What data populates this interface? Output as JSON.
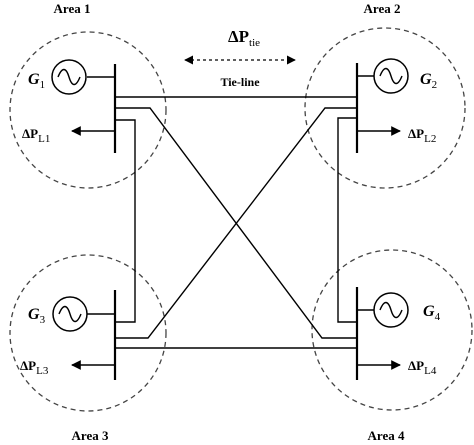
{
  "areas": [
    {
      "label": "Area 1",
      "gen_main": "G",
      "gen_sub": "1",
      "load_prefix": "ΔP",
      "load_sub": "L1"
    },
    {
      "label": "Area 2",
      "gen_main": "G",
      "gen_sub": "2",
      "load_prefix": "ΔP",
      "load_sub": "L2"
    },
    {
      "label": "Area 3",
      "gen_main": "G",
      "gen_sub": "3",
      "load_prefix": "ΔP",
      "load_sub": "L3"
    },
    {
      "label": "Area 4",
      "gen_main": "G",
      "gen_sub": "4",
      "load_prefix": "ΔP",
      "load_sub": "L4"
    }
  ],
  "tie_line_label": "Tie-line",
  "tie_power": {
    "prefix": "ΔP",
    "sub": "tie"
  }
}
